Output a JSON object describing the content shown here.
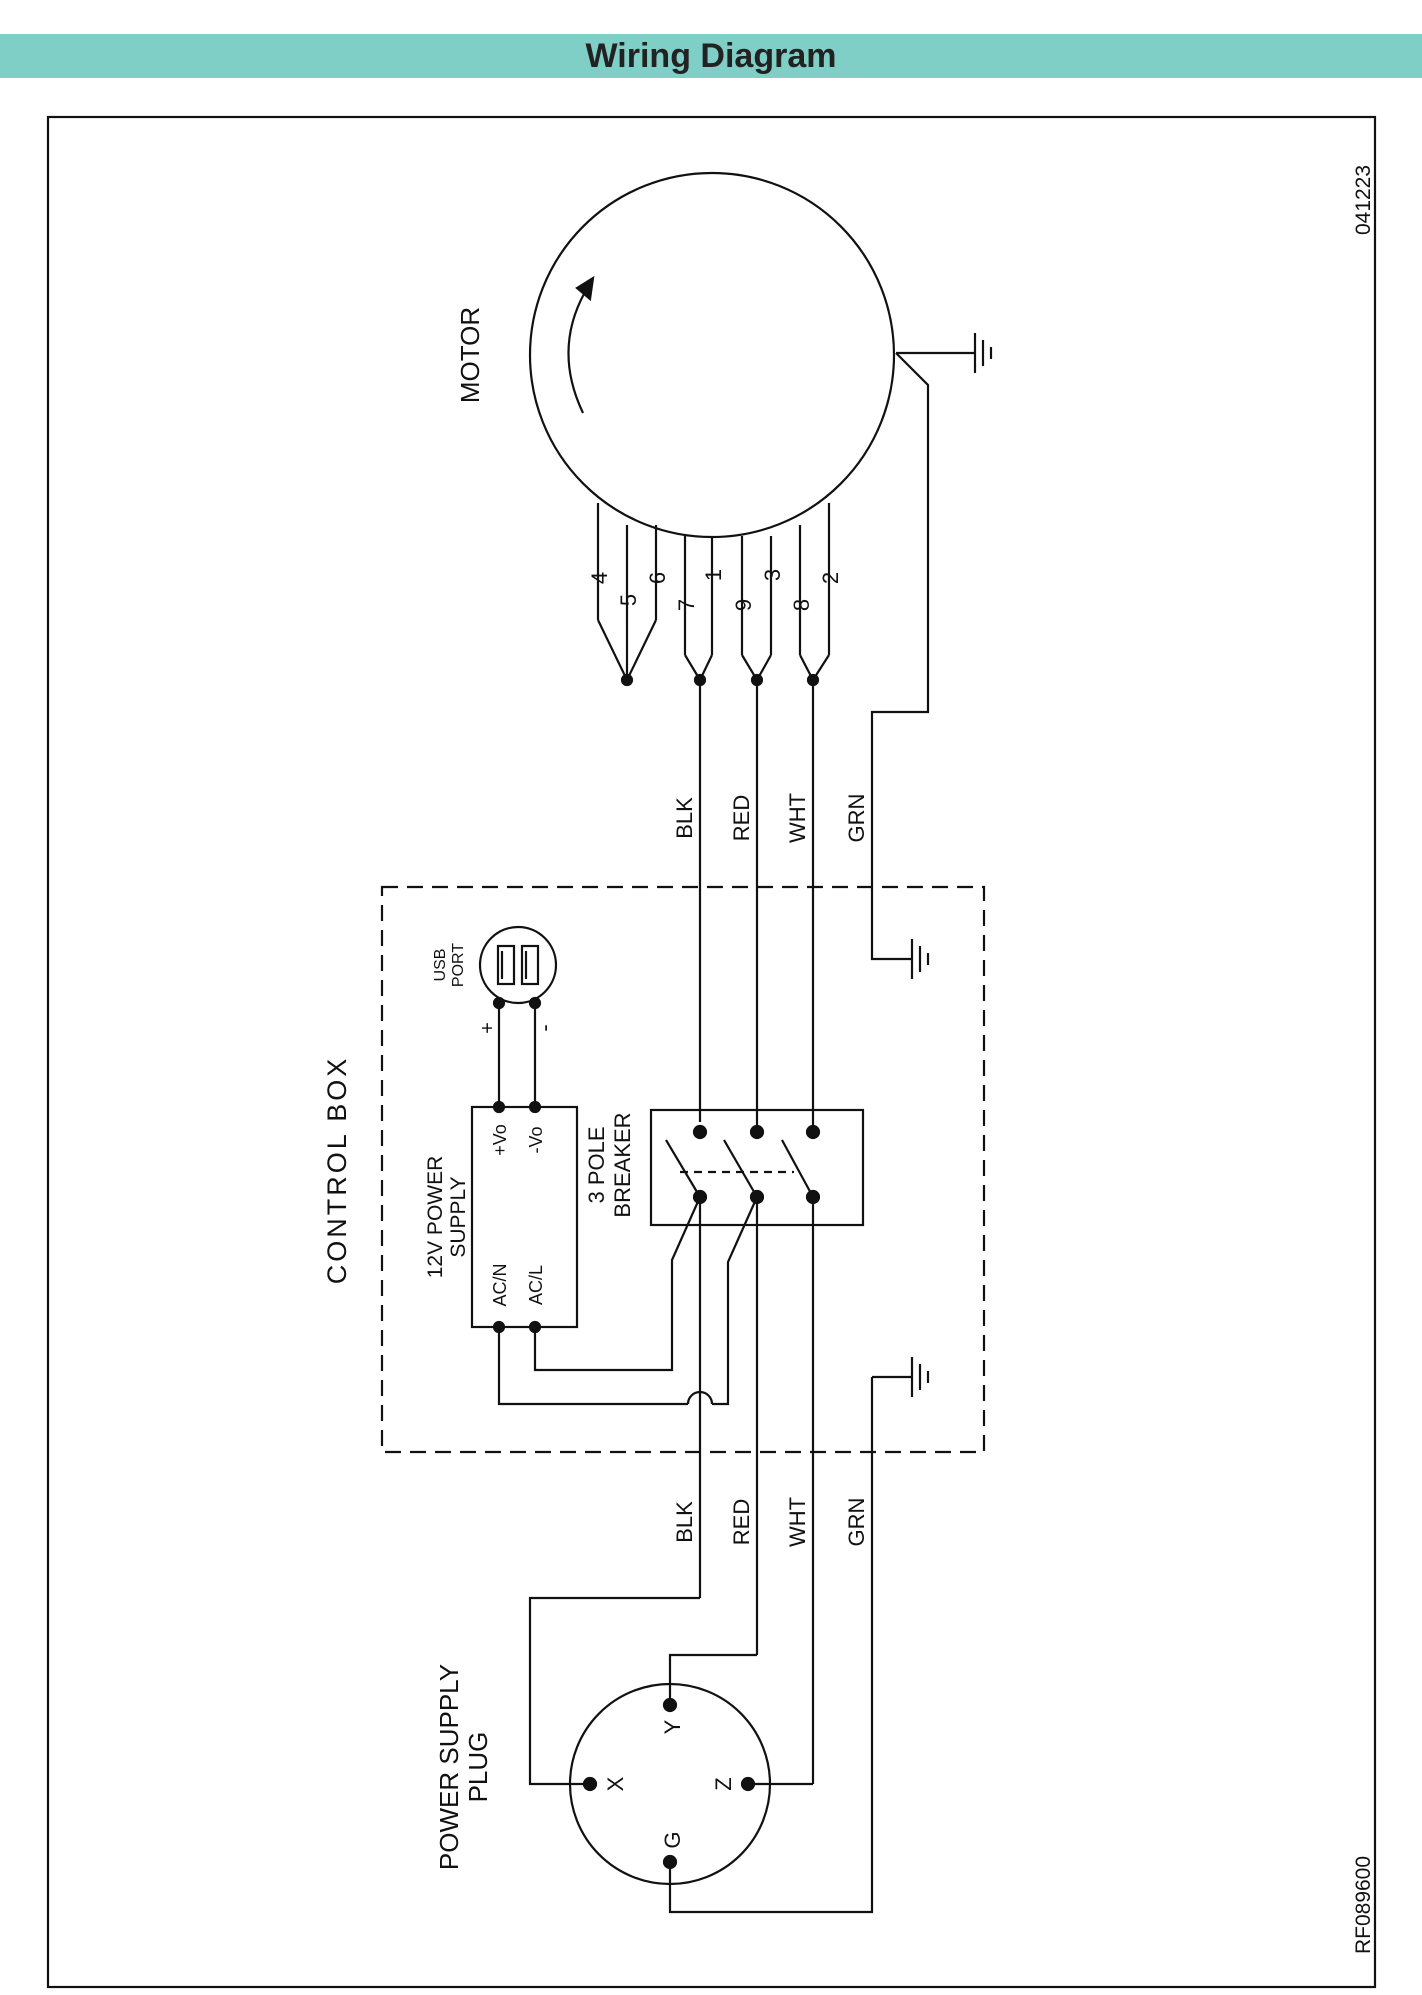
{
  "header": {
    "title": "Wiring Diagram"
  },
  "diagram": {
    "doc_date": "041223",
    "part_number": "RF089600",
    "motor": {
      "label": "MOTOR",
      "leads": [
        "4",
        "5",
        "6",
        "7",
        "1",
        "9",
        "3",
        "8",
        "2"
      ]
    },
    "control_box": {
      "label": "CONTROL BOX"
    },
    "usb_port": {
      "label_1": "USB",
      "label_2": "PORT",
      "plus": "+",
      "minus": "-"
    },
    "power_supply": {
      "label_1": "12V POWER",
      "label_2": "SUPPLY",
      "pin_pos": "+Vo",
      "pin_neg": "-Vo",
      "pin_acn": "AC/N",
      "pin_acl": "AC/L"
    },
    "breaker": {
      "label_1": "3 POLE",
      "label_2": "BREAKER"
    },
    "plug": {
      "label_1": "POWER SUPPLY",
      "label_2": "PLUG",
      "pins": {
        "x": "X",
        "y": "Y",
        "z": "Z",
        "g": "G"
      }
    },
    "wires_top": [
      "BLK",
      "RED",
      "WHT",
      "GRN"
    ],
    "wires_bottom": [
      "BLK",
      "RED",
      "WHT",
      "GRN"
    ]
  }
}
